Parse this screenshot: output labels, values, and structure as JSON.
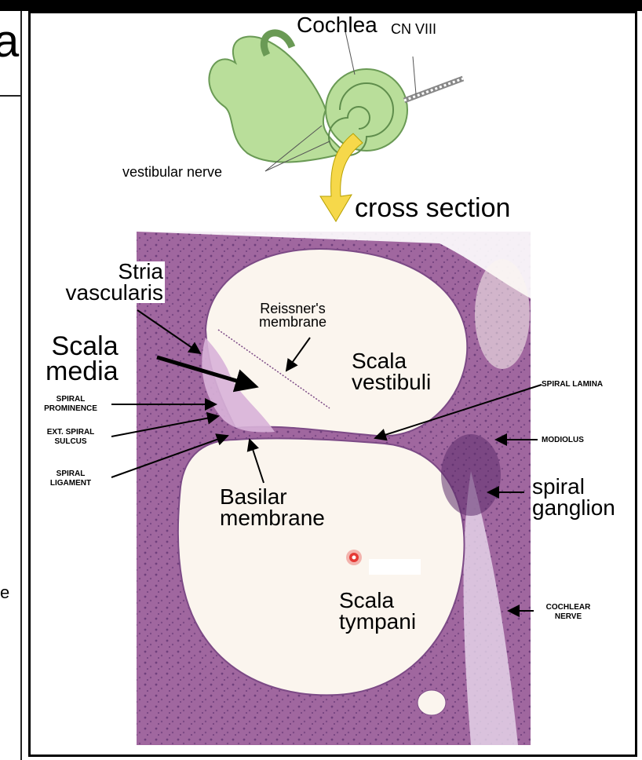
{
  "left_panel": {
    "title_fragment": "a",
    "text_fragment": "e"
  },
  "icon_top": {
    "cochlea": "Cochlea",
    "nerve": "CN VIII",
    "vestibular": "vestibular nerve",
    "cross": "cross section"
  },
  "labels": {
    "stria": "Stria\nvascularis",
    "reissner": "Reissner's\nmembrane",
    "scala_media": "Scala\nmedia",
    "scala_vestibuli": "Scala\nvestibuli",
    "spiral_lamina": "SPIRAL LAMINA",
    "spiral_prominence": "SPIRAL\nPROMINENCE",
    "ext_spiral_sulcus": "EXT. SPIRAL\nSULCUS",
    "spiral_ligament": "SPIRAL\nLIGAMENT",
    "modiolus": "MODIOLUS",
    "basilar": "Basilar\nmembrane",
    "spiral_ganglion": "spiral\nganglion",
    "cochlear_nerve": "COCHLEAR\nNERVE",
    "scala_tympani": "Scala\ntympani"
  },
  "colors": {
    "tissue": "#9c5f9e",
    "tissue_dark": "#6e3d7a",
    "fluid": "#fbf5ee",
    "green": "#b9de9a",
    "arrow": "#f6d84a",
    "marker": "#e53935"
  }
}
